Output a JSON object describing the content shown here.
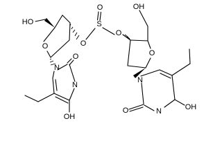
{
  "molecule": {
    "atoms": {
      "o_sulfinyl": "O",
      "s_center": "S",
      "o_left_ester": "O",
      "o_right_ester": "O",
      "oh_left": "HO",
      "oh_right": "OH",
      "o_ring_left": "O",
      "o_ring_right": "O",
      "n1_left": "N",
      "n1_right": "N",
      "o2_left": "O",
      "o2_right": "O",
      "n3_left": "N",
      "n3_right": "N",
      "oh4_left": "OH",
      "oh4_right": "OH"
    }
  }
}
